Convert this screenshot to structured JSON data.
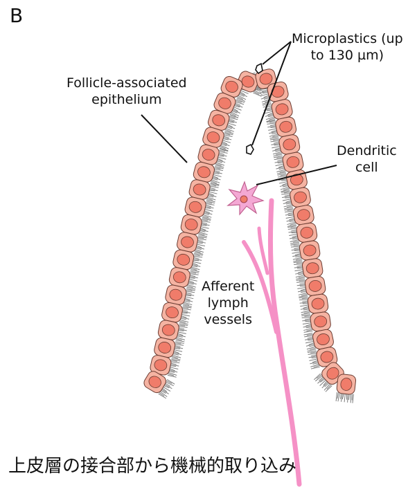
{
  "panel_letter": "B",
  "labels": {
    "microplastics": [
      "Microplastics (up",
      "to 130 µm)"
    ],
    "follicle_epithelium": [
      "Follicle-associated",
      "epithelium"
    ],
    "dendritic_cell": [
      "Dendritic",
      "cell"
    ],
    "lymph_vessels": [
      "Afferent",
      "lymph",
      "vessels"
    ]
  },
  "caption": "上皮層の接合部から機械的取り込み",
  "colors": {
    "cell_fill": "#f5b3a2",
    "nucleus_fill": "#f07c6a",
    "cell_stroke": "#6a3b31",
    "cilia": "#7a7a7a",
    "dendritic_cell": "#f4a8d4",
    "lymph_vessel": "#f591c6",
    "text": "#111111"
  }
}
